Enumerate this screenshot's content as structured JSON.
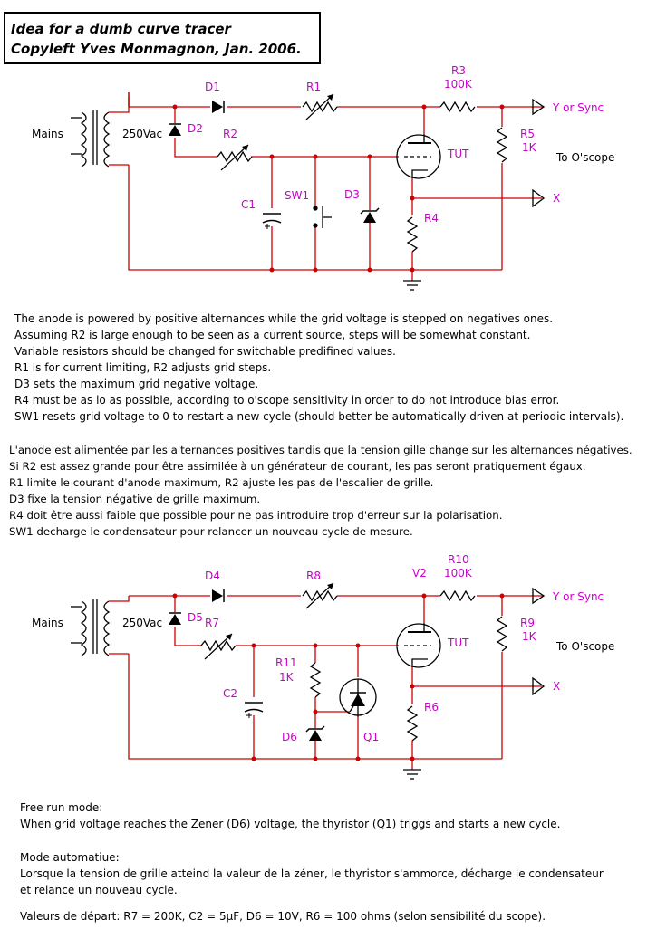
{
  "title": {
    "line1": "Idea for a dumb curve tracer",
    "line2": "Copyleft Yves Monmagnon, Jan. 2006."
  },
  "circuit1": {
    "mains": "Mains",
    "vac": "250Vac",
    "d1": "D1",
    "d2": "D2",
    "d3": "D3",
    "r1": "R1",
    "r2": "R2",
    "r3": "R3",
    "r3_value": "100K",
    "r4": "R4",
    "r5": "R5",
    "r5_value": "1K",
    "c1": "C1",
    "sw1": "SW1",
    "tut": "TUT",
    "y_out": "Y or Sync",
    "x_out": "X",
    "oscope": "To O'scope"
  },
  "notes_en": [
    "The anode is powered by positive alternances while the grid voltage is stepped on negatives ones.",
    "Assuming R2 is large enough to be seen as a current source, steps will be somewhat constant.",
    "Variable resistors should be changed for switchable predifined values.",
    "R1 is for current limiting, R2 adjusts grid steps.",
    "D3 sets the maximum grid negative voltage.",
    "R4 must be as lo as possible, according to o'scope sensitivity in order to do not introduce bias error.",
    "SW1 resets grid voltage to 0 to restart a new cycle (should better be automatically driven at periodic intervals)."
  ],
  "notes_fr": [
    "L'anode est alimentée par les alternances positives tandis que la tension gille change sur les alternances négatives.",
    "Si R2 est assez grande pour être assimilée à un générateur de courant, les pas seront pratiquement égaux.",
    "R1 limite le courant d'anode maximum, R2 ajuste les pas de l'escalier de grille.",
    "D3 fixe la tension négative de grille maximum.",
    "R4 doit être aussi faible que possible pour ne pas introduire trop d'erreur sur la polarisation.",
    "SW1 decharge le condensateur pour relancer un nouveau cycle de mesure."
  ],
  "circuit2": {
    "mains": "Mains",
    "vac": "250Vac",
    "d4": "D4",
    "d5": "D5",
    "d6": "D6",
    "r6": "R6",
    "r7": "R7",
    "r8": "R8",
    "r9": "R9",
    "r9_value": "1K",
    "r10": "R10",
    "r10_value": "100K",
    "r11": "R11",
    "r11_value": "1K",
    "c2": "C2",
    "q1": "Q1",
    "v2": "V2",
    "tut": "TUT",
    "y_out": "Y or Sync",
    "x_out": "X",
    "oscope": "To O'scope"
  },
  "free_run": {
    "heading": "Free run mode:",
    "text": "When grid voltage reaches the Zener (D6) voltage, the thyristor (Q1) triggs and starts a new cycle."
  },
  "mode_auto": {
    "heading": "Mode automatiue:",
    "line1": "Lorsque la tension de grille atteind la valeur de la zéner, le thyristor s'ammorce, décharge le condensateur",
    "line2": "et relance un nouveau cycle."
  },
  "start_values": "Valeurs de départ: R7 = 200K, C2 = 5µF, D6 = 10V, R6 = 100 ohms (selon sensibilité du scope).",
  "colors": {
    "wire": "#cc0000",
    "label": "#cc00cc",
    "component": "#000000"
  }
}
